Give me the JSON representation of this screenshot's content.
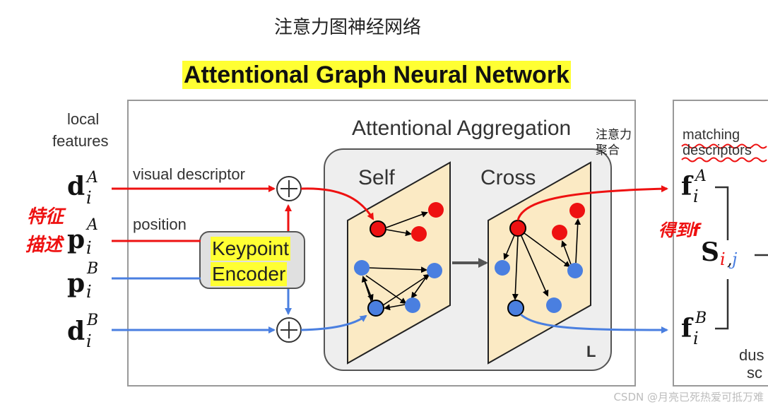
{
  "header": {
    "cn_title": "注意力图神经网络",
    "title": "Attentional Graph Neural Network"
  },
  "left": {
    "local_features": [
      "local",
      "features"
    ],
    "rows": [
      {
        "base": "d",
        "sub": "i",
        "sup": "A"
      },
      {
        "base": "p",
        "sub": "i",
        "sup": "A"
      },
      {
        "base": "p",
        "sub": "i",
        "sup": "B"
      },
      {
        "base": "d",
        "sub": "i",
        "sup": "B"
      }
    ],
    "visual_descriptor": "visual descriptor",
    "position": "position",
    "annotation": [
      "特征",
      "描述"
    ]
  },
  "encoder": {
    "line1": "Keypoint",
    "line2": "Encoder"
  },
  "aggregation": {
    "title": "Attentional Aggregation",
    "cn_note": [
      "注意力",
      "聚合"
    ],
    "self": "Self",
    "cross": "Cross",
    "repeat": "L"
  },
  "right": {
    "matching": "matching",
    "descriptors": "descriptors",
    "f_top": {
      "base": "f",
      "sub": "i",
      "sup": "A"
    },
    "f_bottom": {
      "base": "f",
      "sub": "i",
      "sup": "B"
    },
    "score": {
      "base": "S",
      "sub_i": "i",
      "sub_comma": ",",
      "sub_j": "j"
    },
    "annotation": "得到f",
    "dustbin_partial": "dus",
    "score_partial": "sc"
  },
  "watermark": "CSDN @月亮已死热爱可抵万难",
  "colors": {
    "red": "#ee1111",
    "blue": "#4a7fe0",
    "highlight": "#ffff33",
    "panel": "#fbeac4"
  }
}
